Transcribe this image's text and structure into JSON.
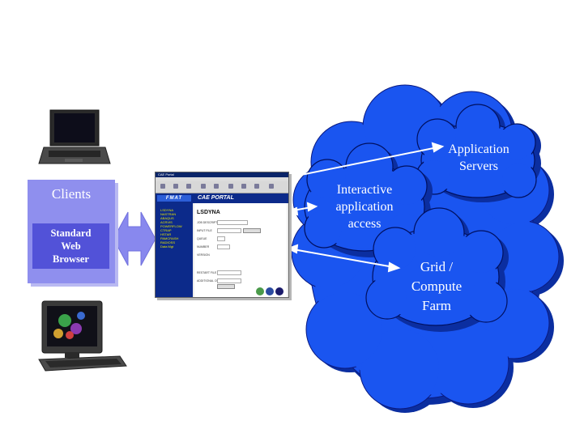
{
  "clients": {
    "title": "Clients",
    "browser_line1": "Standard",
    "browser_line2": "Web",
    "browser_line3": "Browser"
  },
  "clouds": {
    "interactive_line1": "Interactive",
    "interactive_line2": "application",
    "interactive_line3": "access",
    "servers_line1": "Application",
    "servers_line2": "Servers",
    "grid_line1": "Grid /",
    "grid_line2": "Compute",
    "grid_line3": "Farm"
  },
  "portal": {
    "window_title": "CAE Portal",
    "logo": "FMAT",
    "header": "CAE PORTAL",
    "solver": "LSDYNA",
    "side_items": [
      "LSDYNA",
      "NASTRAN",
      "ABAQUS",
      "ACRVIS",
      "POWERFLOW",
      "CTRAP",
      "HSTAR",
      "PAMCRASH",
      "RADIOSS",
      "Data Mgt"
    ],
    "form_labels": [
      "JOB DESCRIPTION",
      "INPUT FILE",
      "QUEUE",
      "NUMBER",
      "VERSION",
      "RESTART FILE",
      "ADDITIONAL OPTIONS"
    ]
  },
  "colors": {
    "cloud_fill": "#1a55f0",
    "cloud_shadow": "#0b2ea0",
    "clients_panel": "#8f8fee",
    "browser_box": "#5252d8",
    "arrow": "#8888ee"
  }
}
